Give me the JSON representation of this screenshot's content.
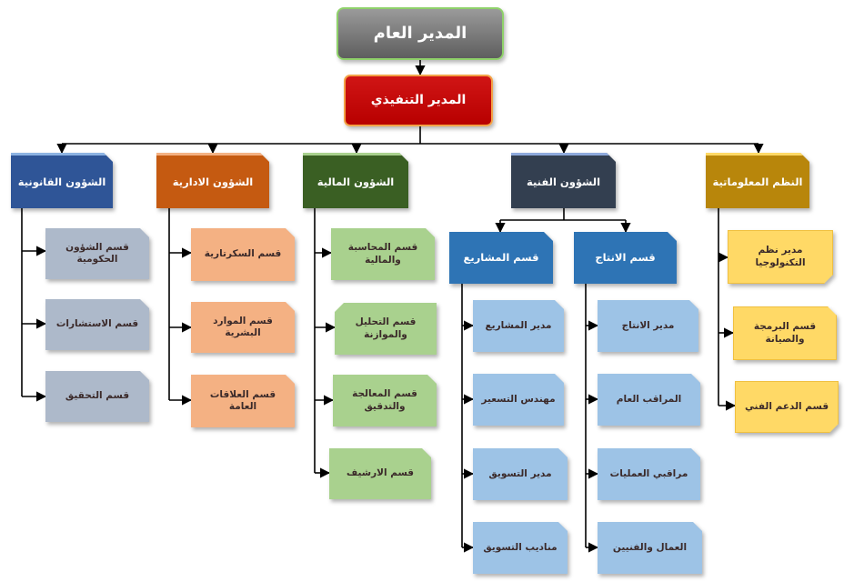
{
  "top": {
    "general_manager": "المدير العام",
    "executive_manager": "المدير التنفيذي"
  },
  "departments": {
    "legal": {
      "title": "الشؤون القانونية",
      "items": [
        "قسم الشؤون الحكومية",
        "قسم الاستشارات",
        "قسم التحقيق"
      ]
    },
    "admin": {
      "title": "الشؤون الادارية",
      "items": [
        "قسم السكرتارية",
        "قسم الموارد البشرية",
        "قسم العلاقات العامة"
      ]
    },
    "finance": {
      "title": "الشؤون المالية",
      "items": [
        "قسم المحاسبة والمالية",
        "قسم التحليل والموازنة",
        "قسم المعالجة والتدقيق",
        "قسم الارشيف"
      ]
    },
    "technical": {
      "title": "الشؤون الفنية",
      "projects": {
        "title": "قسم المشاريع",
        "items": [
          "مدير المشاريع",
          "مهندس التسعير",
          "مدير التسويق",
          "مناديب التسويق"
        ]
      },
      "production": {
        "title": "قسم الانتاج",
        "items": [
          "مدير الانتاج",
          "المراقب العام",
          "مراقبي العمليات",
          "العمال والفنيين"
        ]
      }
    },
    "it": {
      "title": "النظم المعلوماتية",
      "items": [
        "مدير نظم التكنولوجيا",
        "قسم البرمجة والصيانة",
        "قسم الدعم الفني"
      ]
    }
  },
  "colors": {
    "legal": "#2f5597",
    "admin": "#c55a11",
    "finance": "#3a5f23",
    "technical": "#333f50",
    "it": "#b8860b",
    "general_manager": "#7a7a7a",
    "executive_manager": "#c00000"
  }
}
